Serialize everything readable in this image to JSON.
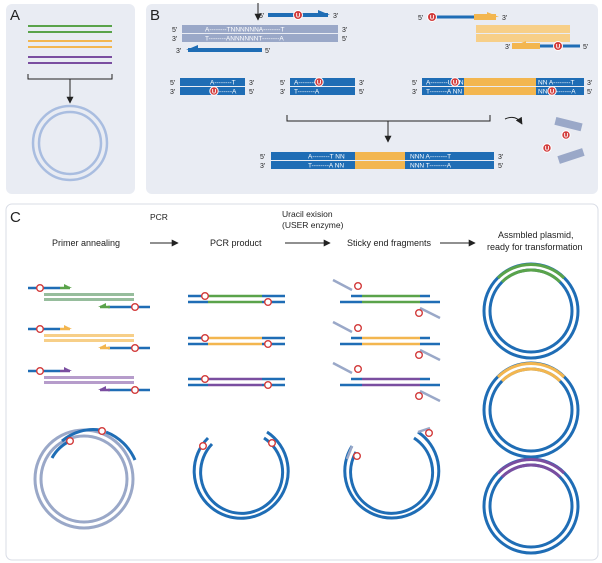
{
  "panels": {
    "a": {
      "label": "A"
    },
    "b": {
      "label": "B",
      "ends": {
        "five": "5'",
        "three": "3'"
      },
      "u": "U",
      "seq_top": "A--------TNNNNNNA--------T",
      "seq_bottom": "T--------ANNNNNNT--------A",
      "s1a": "A--------T",
      "s1b": "U--------A",
      "s2a": "A--------U",
      "s2b": "T--------A",
      "s3a": "A--------U NN",
      "s3b": "T--------A NN",
      "s3c": "NN A--------T",
      "s3d": "NN U--------A",
      "s4a": "A--------T NN",
      "s4b": "T--------A NN",
      "s4c": "NNN A--------T",
      "s4d": "NNN T--------A"
    },
    "c": {
      "label": "C",
      "pcr_label": "PCR",
      "uracil_label_1": "Uracil exision",
      "uracil_label_2": "(USER enzyme)",
      "stage_1": "Primer annealing",
      "stage_2": "PCR product",
      "stage_3": "Sticky end fragments",
      "stage_4_1": "Assmbled plasmid,",
      "stage_4_2": "ready for transformation"
    }
  },
  "colors": {
    "blue": "#1f6db5",
    "light_blue": "#a9bde0",
    "panel_bg": "#e9ecf3",
    "green": "#5aa34a",
    "orange": "#f3b64f",
    "purple": "#7a4ea0",
    "red": "#d23b3b",
    "gray": "#9aa8c8"
  }
}
